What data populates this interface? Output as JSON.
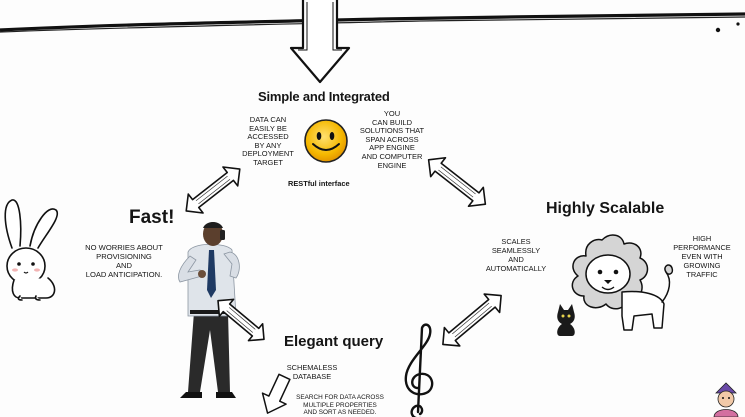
{
  "diagram": {
    "center_topic": {
      "title": "Simple and Integrated",
      "left_note": "DATA CAN\nEASILY BE\nACCESSED\nBY ANY\nDEPLOYMENT\nTARGET",
      "right_note": "YOU\nCAN BUILD\nSOLUTIONS THAT\nSPAN ACROSS\nAPP ENGINE\nAND COMPUTER\nENGINE",
      "caption": "RESTful interface"
    },
    "fast": {
      "title": "Fast!",
      "note": "NO WORRIES ABOUT\nPROVISIONING\nAND\nLOAD ANTICIPATION."
    },
    "scalable": {
      "title": "Highly Scalable",
      "left_note": "SCALES\nSEAMLESSLY\nAND\nAUTOMATICALLY",
      "right_note": "HIGH\nPERFORMANCE\nEVEN WITH\nGROWING\nTRAFFIC"
    },
    "query": {
      "title": "Elegant query",
      "note": "SCHEMALESS\nDATABASE",
      "sub_note": "SEARCH FOR DATA ACROSS\nMULTIPLE PROPERTIES\nAND SORT AS NEEDED."
    }
  },
  "icons": [
    "arrow-down-icon",
    "smiley-icon",
    "rabbit-icon",
    "lion-icon",
    "cat-icon",
    "treble-clef-icon",
    "businessman-illustration",
    "double-arrow-icon"
  ]
}
